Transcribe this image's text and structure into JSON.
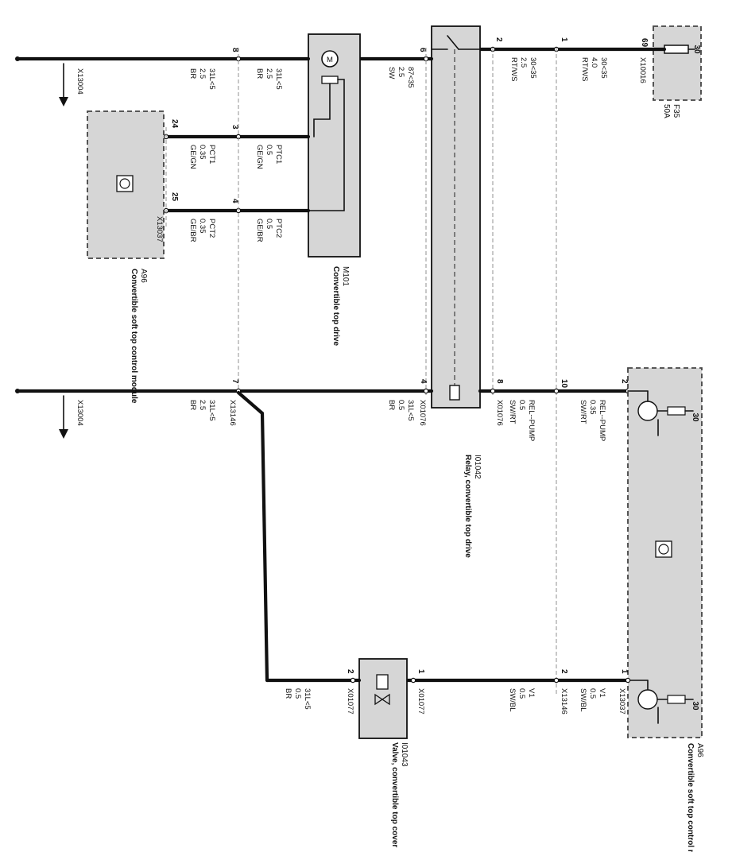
{
  "components": {
    "fuse": {
      "ref": "F35",
      "rating": "50A",
      "terminal": "30",
      "pin": "69",
      "connector": "X10016"
    },
    "relay": {
      "ref": "I01042",
      "name": "Relay, convertible top drive"
    },
    "motor": {
      "ref": "M101",
      "name": "Convertible top drive"
    },
    "valve": {
      "ref": "I01043",
      "name": "Valve, convertible top cover"
    },
    "module_a": {
      "ref": "A96",
      "name": "Convertible soft top control module"
    },
    "module_b": {
      "ref": "A96",
      "name": "Convertible soft top control module",
      "terminal_left": "30",
      "terminal_right": "30"
    }
  },
  "connectors": {
    "ground_left": "X13004",
    "ground_right": "X13004",
    "x13037_a": "X13037",
    "x13037_b": "X13037",
    "x13146_a": "X13146",
    "x13146_b": "X13146",
    "x01076_a": "X01076",
    "x01076_b": "X01076",
    "x01077_a": "X01077",
    "x01077_b": "X01077"
  },
  "pins": {
    "motor_br": "8",
    "motor_ptc1": "3",
    "motor_ptc2": "4",
    "motor_sw": "6",
    "relay_in": "2",
    "fuse_out": "1",
    "mod_ptc1": "24",
    "mod_ptc2": "25",
    "gnd2": "7",
    "relay_gnd": "4",
    "relay_ctrl": "8",
    "mod_ctrl": "10",
    "mod_out": "2",
    "valve_gnd": "2",
    "valve_in": "1",
    "v1_x13146": "2",
    "v1_mod": "1"
  },
  "wires": {
    "w_31l_a": {
      "sig": "31L<5",
      "gauge": "2.5",
      "color": "BR"
    },
    "w_31l_b": {
      "sig": "31L<5",
      "gauge": "2.5",
      "color": "BR"
    },
    "w_87": {
      "sig": "87<35",
      "gauge": "2.5",
      "color": "SW"
    },
    "w_30_a": {
      "sig": "30<35",
      "gauge": "2.5",
      "color": "RT/WS"
    },
    "w_30_b": {
      "sig": "30<35",
      "gauge": "4.0",
      "color": "RT/WS"
    },
    "w_pct1": {
      "sig": "PCT1",
      "gauge": "0.35",
      "color": "GE/GN"
    },
    "w_ptc1": {
      "sig": "PTC1",
      "gauge": "0.5",
      "color": "GE/GN"
    },
    "w_pct2": {
      "sig": "PCT2",
      "gauge": "0.35",
      "color": "GE/BR"
    },
    "w_ptc2": {
      "sig": "PTC2",
      "gauge": "0.5",
      "color": "GE/BR"
    },
    "w_31l_c": {
      "sig": "31L<5",
      "gauge": "2.5",
      "color": "BR"
    },
    "w_31l_d": {
      "sig": "31L<5",
      "gauge": "0.5",
      "color": "BR"
    },
    "w_rel_a": {
      "sig": "REL--PUMP",
      "gauge": "0.5",
      "color": "SW/RT"
    },
    "w_rel_b": {
      "sig": "REL--PUMP",
      "gauge": "0.35",
      "color": "SW/RT"
    },
    "w_31l_e": {
      "sig": "31L<5",
      "gauge": "0.5",
      "color": "BR"
    },
    "w_v1_a": {
      "sig": "V1",
      "gauge": "0.5",
      "color": "SW/BL"
    },
    "w_v1_b": {
      "sig": "V1",
      "gauge": "0.5",
      "color": "SW/BL"
    }
  }
}
